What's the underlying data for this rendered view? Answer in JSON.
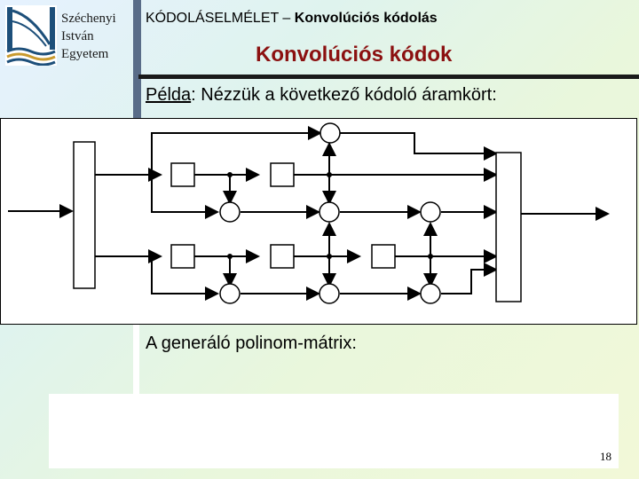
{
  "header": {
    "university": [
      "Széchenyi",
      "István",
      "Egyetem"
    ],
    "course_prefix": "KÓDOLÁSELMÉLET – ",
    "course_topic": "Konvolúciós kódolás",
    "slide_title": "Konvolúciós kódok"
  },
  "body": {
    "example_label": "Példa",
    "example_text": ": Nézzük a következő kódoló áramkört:",
    "generator_text": "A generáló polinom-mátrix:"
  },
  "footer": {
    "page_number": "18"
  },
  "colors": {
    "title": "#8b1010",
    "logo": "#1d4f7a",
    "sidebar_bar": "#596c88"
  },
  "icons": {
    "logo": "university-logo-icon"
  }
}
